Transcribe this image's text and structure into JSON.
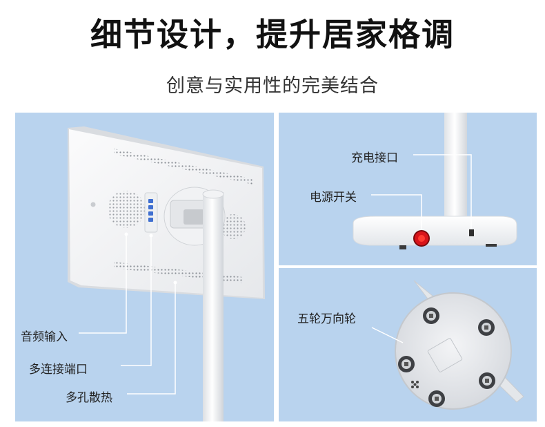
{
  "header": {
    "title": "细节设计，提升居家格调",
    "subtitle": "创意与实用性的完美结合"
  },
  "left_panel": {
    "labels": {
      "audio_input": "音频输入",
      "multi_ports": "多连接端口",
      "vent_holes": "多孔散热"
    }
  },
  "top_right_panel": {
    "labels": {
      "charging_port": "充电接口",
      "power_switch": "电源开关"
    }
  },
  "bottom_right_panel": {
    "labels": {
      "casters": "五轮万向轮"
    }
  },
  "colors": {
    "panel_background": "#b9d3ee",
    "device_white": "#f4f5f7",
    "switch_red": "#d8141a"
  }
}
